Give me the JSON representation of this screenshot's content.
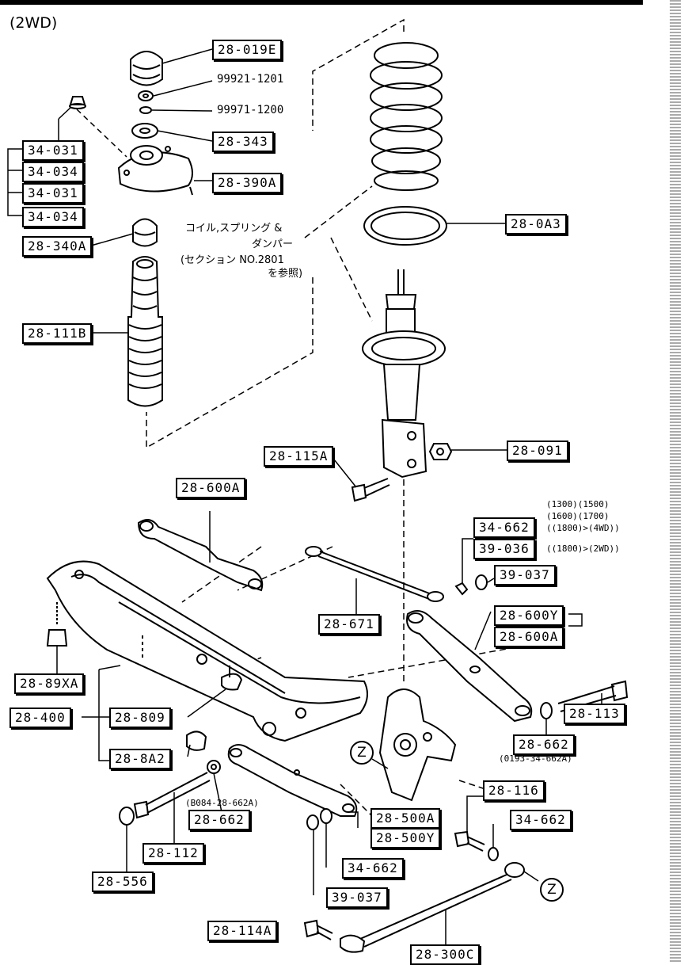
{
  "variant": "(2WD)",
  "callouts": [
    {
      "id": "c-28-019E",
      "text": "28-019E"
    },
    {
      "id": "c-28-343",
      "text": "28-343"
    },
    {
      "id": "c-28-390A",
      "text": "28-390A"
    },
    {
      "id": "c-34-031-a",
      "text": "34-031"
    },
    {
      "id": "c-34-034-a",
      "text": "34-034"
    },
    {
      "id": "c-34-031-b",
      "text": "34-031"
    },
    {
      "id": "c-34-034-b",
      "text": "34-034"
    },
    {
      "id": "c-28-340A",
      "text": "28-340A"
    },
    {
      "id": "c-28-111B",
      "text": "28-111B"
    },
    {
      "id": "c-28-0A3",
      "text": "28-0A3"
    },
    {
      "id": "c-28-115A",
      "text": "28-115A"
    },
    {
      "id": "c-28-091",
      "text": "28-091"
    },
    {
      "id": "c-28-600A-top",
      "text": "28-600A"
    },
    {
      "id": "c-34-662-top",
      "text": "34-662"
    },
    {
      "id": "c-39-036",
      "text": "39-036"
    },
    {
      "id": "c-39-037-top",
      "text": "39-037"
    },
    {
      "id": "c-28-671",
      "text": "28-671"
    },
    {
      "id": "c-28-600Y",
      "text": "28-600Y"
    },
    {
      "id": "c-28-600A-mid",
      "text": "28-600A"
    },
    {
      "id": "c-28-89XA",
      "text": "28-89XA"
    },
    {
      "id": "c-28-113",
      "text": "28-113"
    },
    {
      "id": "c-28-400",
      "text": "28-400"
    },
    {
      "id": "c-28-809",
      "text": "28-809"
    },
    {
      "id": "c-28-662-right",
      "text": "28-662"
    },
    {
      "id": "c-28-8A2",
      "text": "28-8A2"
    },
    {
      "id": "c-28-116",
      "text": "28-116"
    },
    {
      "id": "c-28-500A",
      "text": "28-500A"
    },
    {
      "id": "c-28-500Y",
      "text": "28-500Y"
    },
    {
      "id": "c-34-662-right",
      "text": "34-662"
    },
    {
      "id": "c-28-662-left",
      "text": "28-662"
    },
    {
      "id": "c-28-112",
      "text": "28-112"
    },
    {
      "id": "c-34-662-bottom",
      "text": "34-662"
    },
    {
      "id": "c-28-556",
      "text": "28-556"
    },
    {
      "id": "c-39-037-bottom",
      "text": "39-037"
    },
    {
      "id": "c-28-114A",
      "text": "28-114A"
    },
    {
      "id": "c-28-300C",
      "text": "28-300C"
    }
  ],
  "part_numbers": {
    "nut_99921": "99921-1201",
    "washer_99971": "99971-1200"
  },
  "notes": {
    "engine_line1": "(1300)(1500)",
    "engine_line2": "(1600)(1700)",
    "engine_line3": "((1800)>(4WD))",
    "engine_line4": "((1800)>(2WD))",
    "pn_0193": "(0193-34-662A)",
    "pn_b084": "(B084-28-662A)"
  },
  "coil_note": {
    "line1": "コイル,スプリング &",
    "line2": "ダンパー",
    "line3": "(セクション NO.2801",
    "line4": "を参照)"
  },
  "reference_marks": {
    "left": "Z",
    "right": "Z"
  }
}
